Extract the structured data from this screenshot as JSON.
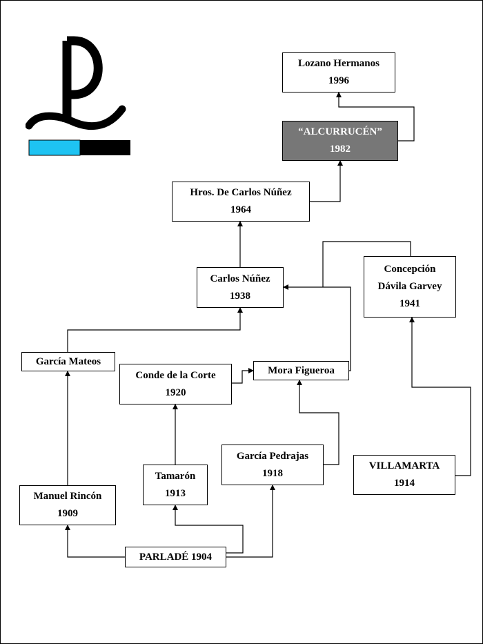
{
  "logo": {
    "icon": "pl-monogram-icon",
    "bar_colors": [
      "#1ec3f2",
      "#000000"
    ]
  },
  "colors": {
    "highlight_fill": "#777777",
    "highlight_text": "#ffffff",
    "line": "#000000"
  },
  "nodes": {
    "lozano": {
      "line1": "Lozano Hermanos",
      "line2": "1996"
    },
    "alcurrucen": {
      "line1": "“ALCURRUCÉN”",
      "line2": "1982"
    },
    "hros": {
      "line1": "Hros. De Carlos Núñez",
      "line2": "1964"
    },
    "carlos": {
      "line1": "Carlos Núñez",
      "line2": "1938"
    },
    "concepcion": {
      "line1": "Concepción",
      "line2": "Dávila Garvey",
      "line3": "1941"
    },
    "garcia_mateos": {
      "line1": "García Mateos"
    },
    "conde": {
      "line1": "Conde de la Corte",
      "line2": "1920"
    },
    "mora": {
      "line1": "Mora Figueroa"
    },
    "garcia_pedrajas": {
      "line1": "García Pedrajas",
      "line2": "1918"
    },
    "villamarta": {
      "line1": "VILLAMARTA",
      "line2": "1914"
    },
    "tamaron": {
      "line1": "Tamarón",
      "line2": "1913"
    },
    "manuel": {
      "line1": "Manuel Rincón",
      "line2": "1909"
    },
    "parlade": {
      "line1": "PARLADÉ 1904"
    }
  }
}
